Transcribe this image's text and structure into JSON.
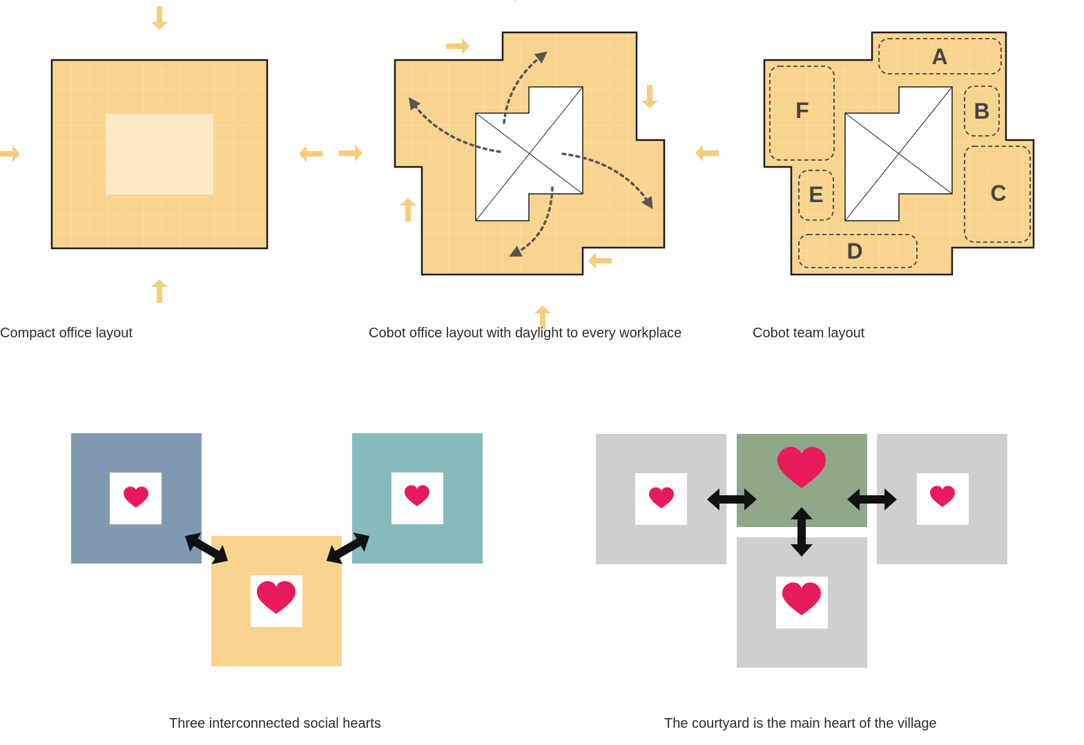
{
  "colors": {
    "floor": "#f8d48e",
    "grid": "#fae3b4",
    "core": "#fbe9c3",
    "outline": "#1a1a1a",
    "arrow_orange": "#f7cd7c",
    "dotted_arrow": "#555555",
    "blue_block": "#8199b0",
    "teal_block": "#86bbbb",
    "yellow_block": "#f8d48e",
    "gray_block": "#cfcfcf",
    "green_block": "#8fa889",
    "heart": "#e81a5a",
    "black_arrow": "#111111"
  },
  "diagrams": {
    "compact": {
      "caption": "Compact office layout"
    },
    "cobot_office": {
      "caption": "Cobot office layout with daylight to every workplace"
    },
    "cobot_team": {
      "caption": "Cobot team layout",
      "zones": [
        "A",
        "B",
        "C",
        "D",
        "E",
        "F"
      ]
    },
    "social_hearts": {
      "caption": "Three interconnected social hearts"
    },
    "courtyard": {
      "caption": "The courtyard is the main heart of the village"
    }
  },
  "icons": {
    "heart": "heart-icon",
    "arrow": "arrow-icon",
    "double_arrow": "double-arrow-icon"
  }
}
